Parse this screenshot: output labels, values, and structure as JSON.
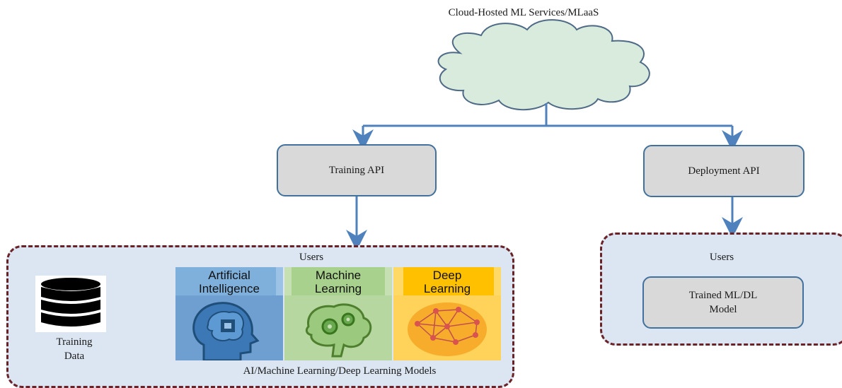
{
  "cloud": {
    "title": "Cloud-Hosted ML Services/MLaaS"
  },
  "training_api": {
    "label": "Training API"
  },
  "deployment_api": {
    "label": "Deployment API"
  },
  "left_panel": {
    "users_label": "Users",
    "training_data_label_line1": "Training",
    "training_data_label_line2": "Data",
    "models_caption": "AI/Machine Learning/Deep Learning Models",
    "tiles": [
      {
        "line1": "Artificial",
        "line2": "Intelligence"
      },
      {
        "line1": "Machine",
        "line2": "Learning"
      },
      {
        "line1": "Deep",
        "line2": "Learning"
      }
    ]
  },
  "right_panel": {
    "users_label": "Users",
    "model_line1": "Trained ML/DL",
    "model_line2": "Model"
  },
  "colors": {
    "arrow": "#4f81bd",
    "box_fill": "#d9d9d9",
    "box_border": "#41719c",
    "panel_fill": "#dce6f2",
    "panel_border": "#6b2227",
    "cloud_fill": "#d8ebdc"
  }
}
